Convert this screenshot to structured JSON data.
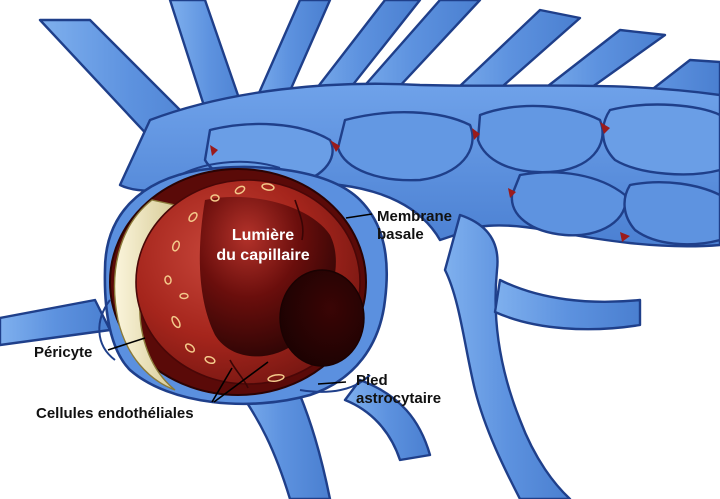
{
  "diagram": {
    "labels": {
      "lumen_line1": "Lumière",
      "lumen_line2": "du capillaire",
      "membrane_line1": "Membrane",
      "membrane_line2": "basale",
      "pericyte": "Péricyte",
      "endothelial": "Cellules endothéliales",
      "foot_line1": "Pied",
      "foot_line2": "astrocytaire"
    },
    "colors": {
      "astrocyte_fill": "#5e93e0",
      "astrocyte_outline": "#1f3f8a",
      "astrocyte_highlight": "#b9d4f7",
      "capillary_outer": "#8e1b14",
      "capillary_inner": "#4a0707",
      "pericyte": "#efe7c2",
      "gap_red": "#9b1b1b"
    }
  }
}
